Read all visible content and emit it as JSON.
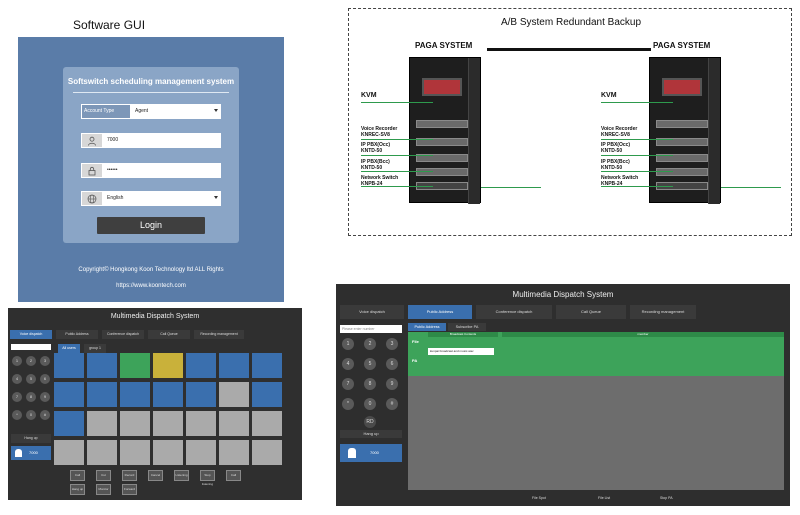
{
  "login": {
    "caption": "Software GUI",
    "heading": "Softswitch scheduling management system",
    "account_type_label": "Account Type",
    "account_type_value": "Agent",
    "user_value": "7000",
    "password_value": "••••••",
    "language_value": "English",
    "login_label": "Login",
    "copyright": "Copyright© Hongkong Koon Technology ltd ALL Rights",
    "url": "https://www.koontech.com"
  },
  "diagram": {
    "title": "A/B System Redundant Backup",
    "system_a": "PAGA SYSTEM",
    "system_b": "PAGA SYSTEM",
    "labels": [
      {
        "l1": "KVM",
        "l2": ""
      },
      {
        "l1": "Voice Recorder",
        "l2": "KNREC-SV8"
      },
      {
        "l1": "IP PBX(Occ)",
        "l2": "KNTD-50"
      },
      {
        "l1": "IP PBX(Bcc)",
        "l2": "KNTD-50"
      },
      {
        "l1": "Network Switch",
        "l2": "KNPB-24"
      }
    ]
  },
  "dispatch_small": {
    "title": "Multimedia Dispatch System",
    "tabs": [
      "Voice dispatch",
      "Public Address",
      "Conference dispatch",
      "Call Queue",
      "Recording management"
    ],
    "subtabs": [
      "All users",
      "group 1"
    ],
    "keys": [
      "1",
      "2",
      "3",
      "4",
      "5",
      "6",
      "7",
      "8",
      "9",
      "*",
      "0",
      "#"
    ],
    "hangup": "Hang up",
    "user": "7000",
    "buttons": [
      "Call",
      "Cut",
      "Record",
      "Cancel",
      "Listening",
      "Stop listening",
      "Call",
      "Hang up",
      "Monitor",
      "Forward"
    ]
  },
  "dispatch_large": {
    "title": "Multimedia Dispatch System",
    "tabs": [
      "Voice dispatch",
      "Public Address",
      "Conference dispatch",
      "Call Queue",
      "Recording management"
    ],
    "search_placeholder": "Please enter number",
    "subtabs": [
      "Public Address",
      "Subscribe PA"
    ],
    "col_broadcast": "Broadcast Contents",
    "col_member": "member",
    "row_file": "File",
    "row_pa": "PA",
    "file_value": "kunpai broadcast and music.wav",
    "keys": [
      "1",
      "2",
      "3",
      "4",
      "5",
      "6",
      "7",
      "8",
      "9",
      "*",
      "0",
      "#"
    ],
    "redial": "RD",
    "hangup": "Hang up",
    "user": "7000",
    "buttons": [
      "File Spot",
      "File List",
      "Stop PA"
    ]
  },
  "colors": {
    "login_bg": "#5a7ca8",
    "accent_blue": "#3a6fae",
    "green": "#3da35a",
    "dark": "#2e2e2e"
  }
}
